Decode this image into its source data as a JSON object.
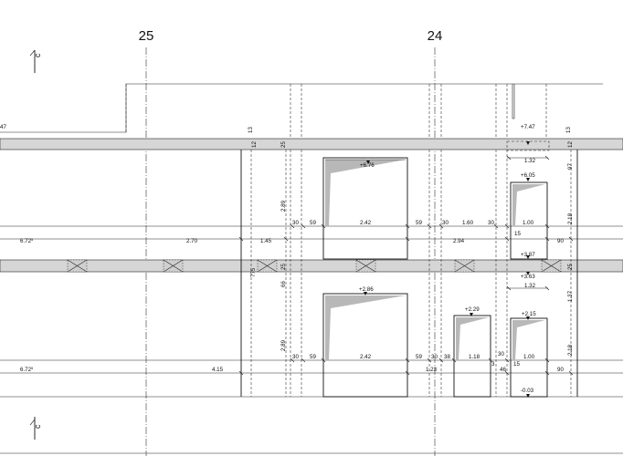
{
  "axes": {
    "left": "25",
    "right": "24"
  },
  "section_mark": {
    "top": "c",
    "bottom": "c"
  },
  "upper_row": {
    "left_level_partial": "47",
    "top_numbers": [
      "13",
      "13"
    ],
    "right_top_level": "+7.47",
    "small_dims": [
      "12",
      "25",
      "12"
    ],
    "window1_level": "+6.76",
    "window_right_top_level": "+6.05",
    "vertical_dims": [
      "2.89",
      "97",
      "2.18"
    ],
    "dim_row": [
      "30",
      "59",
      "2.42",
      "59",
      "30",
      "1.60",
      "30",
      "1.00"
    ],
    "right_width": "1.32",
    "left_dims": [
      "6.72",
      "2.70",
      "1.45"
    ],
    "sup": "5",
    "mid_dims": [
      "2.94",
      "15",
      "90"
    ],
    "levels_mid": [
      "+3.87",
      "+3.63"
    ]
  },
  "middle_row": {
    "vertical_dims": [
      "775",
      "25",
      "66",
      "25",
      "1.37"
    ],
    "right_width": "1.32"
  },
  "lower_row": {
    "window1_level": "+2.86",
    "door_level": "+2.29",
    "window_right_level": "+2.15",
    "vertical_dims": [
      "2.89",
      "2.18"
    ],
    "dim_row": [
      "30",
      "59",
      "2.42",
      "59",
      "30",
      "38",
      "1.18",
      "30",
      "1.00"
    ],
    "left_dims": [
      "6.72",
      "4.15"
    ],
    "sup": "5",
    "mid_dims": [
      "1.23",
      "3",
      "46",
      "15",
      "90"
    ],
    "bottom_level": "-0.03"
  }
}
